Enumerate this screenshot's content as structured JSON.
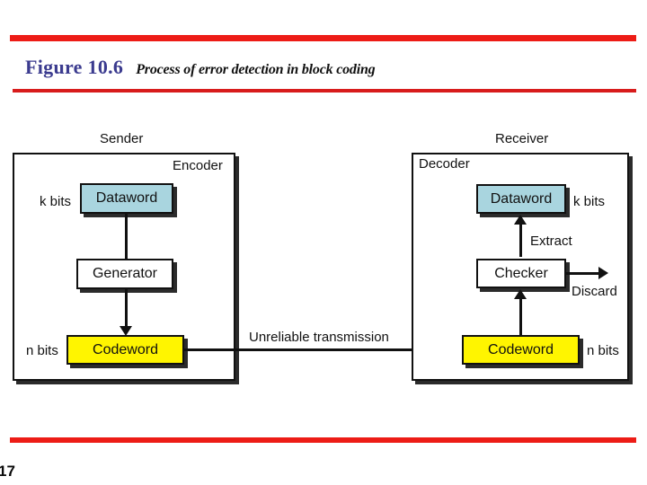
{
  "slide": {
    "number": "17",
    "accent_color": "#ED1C16",
    "title_color": "#3B3B8F"
  },
  "title": {
    "figure_label": "Figure 10.6",
    "caption": "Process of error detection in block coding"
  },
  "diagram": {
    "sender": {
      "outer_label": "Sender",
      "inner_label": "Encoder",
      "nodes": [
        {
          "label": "Dataword",
          "color": "#A9D5DF",
          "bits_label": "k bits"
        },
        {
          "label": "Generator",
          "color": "#FFFFFF",
          "bits_label": ""
        },
        {
          "label": "Codeword",
          "color": "#FFF500",
          "bits_label": "n bits"
        }
      ]
    },
    "channel": {
      "label": "Unreliable transmission"
    },
    "receiver": {
      "outer_label": "Receiver",
      "inner_label": "Decoder",
      "nodes": [
        {
          "label": "Dataword",
          "color": "#A9D5DF",
          "bits_label": "k bits"
        },
        {
          "label": "Checker",
          "color": "#FFFFFF",
          "bits_label": ""
        },
        {
          "label": "Codeword",
          "color": "#FFF500",
          "bits_label": "n bits"
        }
      ],
      "edge_labels": {
        "extract": "Extract",
        "discard": "Discard"
      }
    }
  }
}
